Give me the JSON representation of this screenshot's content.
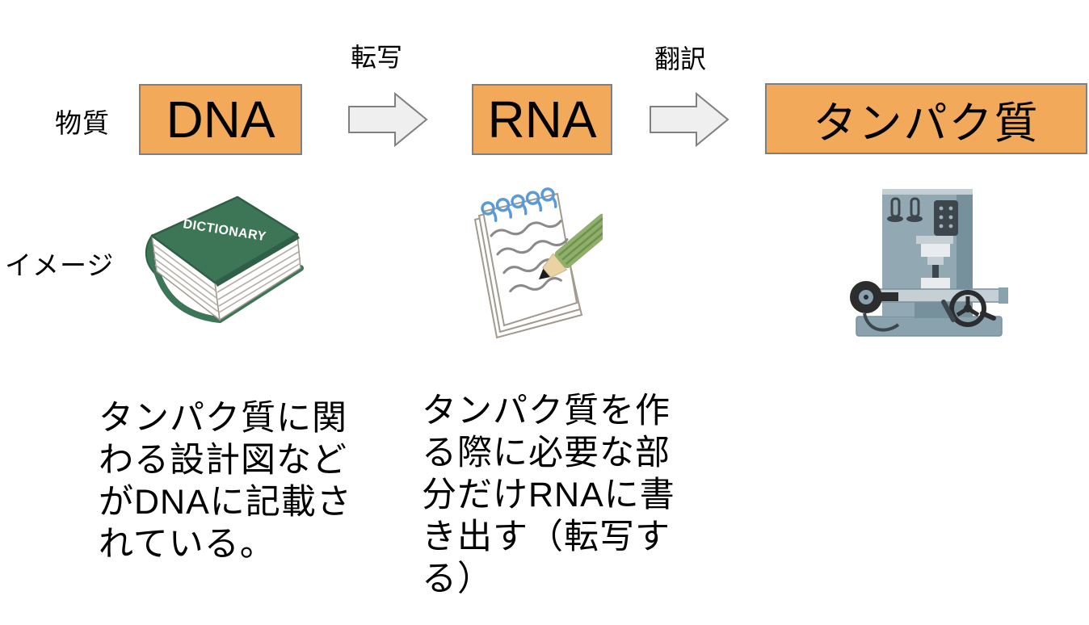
{
  "flow": {
    "substance_label": "物質",
    "image_label": "イメージ",
    "nodes": {
      "dna": "DNA",
      "rna": "RNA",
      "protein": "タンパク質"
    },
    "arrows": {
      "transcription": "転写",
      "translation": "翻訳"
    }
  },
  "illustrations": {
    "dictionary_cover_text": "DICTIONARY",
    "dna_image": "dictionary-book",
    "rna_image": "notepad-with-pencil",
    "protein_image": "milling-machine"
  },
  "captions": {
    "dna": {
      "lines": [
        "タンパク質に関",
        "わる設計図など",
        "がDNAに記載さ",
        "れている。"
      ]
    },
    "rna": {
      "lines": [
        "タンパク質を作",
        "る際に必要な部",
        "分だけRNAに書",
        "き出す（転写す",
        "る）"
      ]
    }
  },
  "colors": {
    "ink": "#000000",
    "node_fill": "#F2A959",
    "node_border": "#7F7F7F",
    "arrow_fill": "#EFEFEF",
    "arrow_border": "#808080",
    "book_green": "#3D7557",
    "book_green_dark": "#2F5F47",
    "page_line": "#B5B0A8",
    "paper_edge": "#A29A8E",
    "spiral_blue": "#5B9BD5",
    "squiggle_gray": "#8A8A8A",
    "pencil_green": "#8FAF6A",
    "pencil_green_dark": "#6E9150",
    "pencil_wood": "#E9D2A3",
    "machine_body": "#92A9B4",
    "machine_dark": "#76909C",
    "machine_panel": "#3E464D",
    "machine_black": "#2B2D2E",
    "machine_light": "#C6CFD4",
    "machine_lighter": "#E8ECEE",
    "machine_base": "#8AA2AD"
  }
}
